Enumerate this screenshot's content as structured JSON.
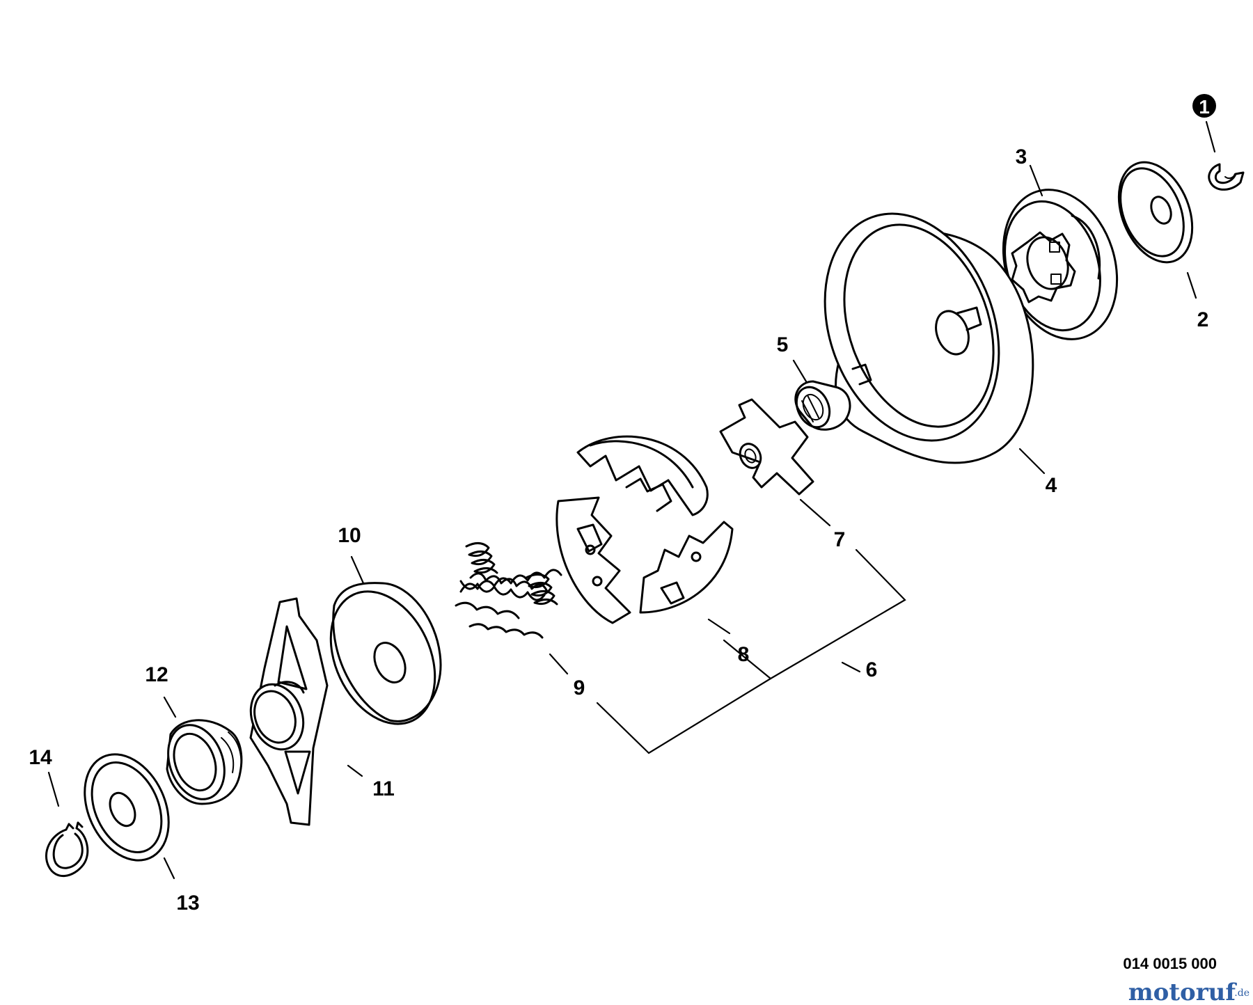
{
  "callouts": {
    "c1": "1",
    "c2": "2",
    "c3": "3",
    "c4": "4",
    "c5": "5",
    "c6": "6",
    "c7": "7",
    "c8": "8",
    "c9": "9",
    "c10": "10",
    "c11": "11",
    "c12": "12",
    "c13": "13",
    "c14": "14"
  },
  "diagram_code": "014 0015 000",
  "watermark": {
    "brand": "motoruf",
    "suffix": ".de"
  }
}
